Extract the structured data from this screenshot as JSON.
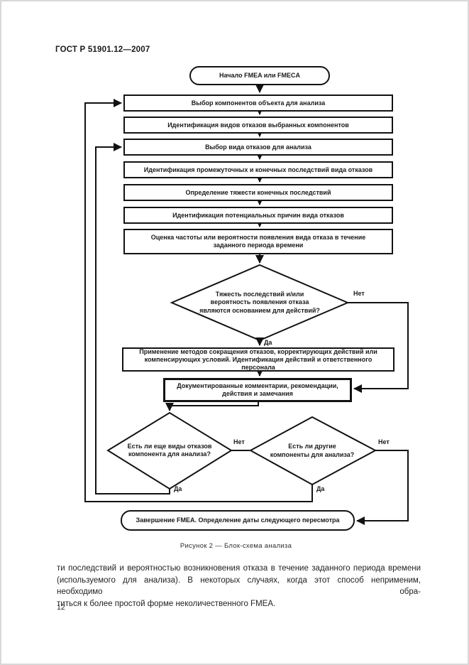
{
  "page": {
    "header": "ГОСТ Р 51901.12—2007",
    "number": "12",
    "caption": "Рисунок 2 — Блок-схема анализа"
  },
  "flowchart": {
    "start": "Начало FMEA или FMECA",
    "steps": [
      "Выбор компонентов объекта для анализа",
      "Идентификация видов отказов выбранных компонентов",
      "Выбор вида отказов для анализа",
      "Идентификация промежуточных и конечных последствий вида отказов",
      "Определение тяжести конечных последствий",
      "Идентификация потенциальных причин вида отказов",
      "Оценка частоты или вероятности появления вида отказа в течение заданного периода времени"
    ],
    "decision_severity": "Тяжесть последствий и/или вероятность появления отказа являются основанием для действий?",
    "action_box": "Применение методов сокращения отказов, корректирующих действий или компенсирующих условий. Идентификация действий и ответственного персонала",
    "doc_box": "Документированные комментарии, рекомендации, действия и замечания",
    "decision_more_modes": "Есть ли еще виды отказов компонента для анализа?",
    "decision_more_components": "Есть ли другие компоненты для анализа?",
    "end": "Завершение FMEA. Определение даты следующего пересмотра",
    "labels": {
      "yes": "Да",
      "no": "Нет"
    },
    "line_color": "#121212"
  },
  "body": {
    "lines": [
      "ти последствий и вероятностью возникновения отказа в течение заданного периода времени",
      "(используемого для анализа). В некоторых случаях, когда этот способ неприменим, необходимо обра-",
      "титься к более простой форме неколичественного FMEA."
    ]
  }
}
